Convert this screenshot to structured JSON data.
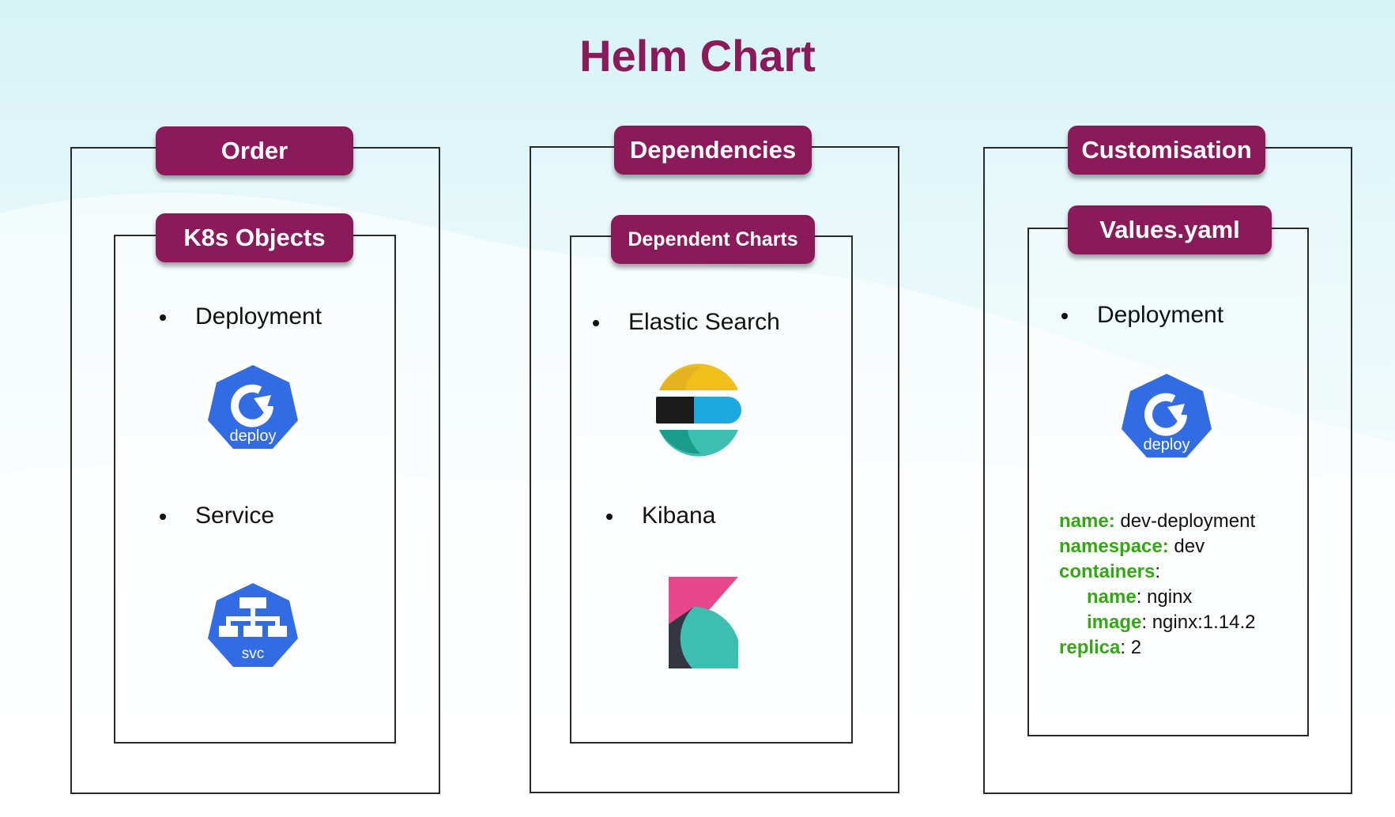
{
  "title": "Helm Chart",
  "colors": {
    "accent": "#8b1a5b",
    "k8s_blue": "#326ce5",
    "yaml_key": "#35a614"
  },
  "columns": [
    {
      "header": "Order",
      "subheader": "K8s Objects",
      "items": [
        {
          "label": "Deployment",
          "icon": "k8s-deploy-icon",
          "icon_text": "deploy"
        },
        {
          "label": "Service",
          "icon": "k8s-svc-icon",
          "icon_text": "svc"
        }
      ]
    },
    {
      "header": "Dependencies",
      "subheader": "Dependent Charts",
      "items": [
        {
          "label": "Elastic Search",
          "icon": "elasticsearch-logo-icon"
        },
        {
          "label": "Kibana",
          "icon": "kibana-logo-icon"
        }
      ]
    },
    {
      "header": "Customisation",
      "subheader": "Values.yaml",
      "items": [
        {
          "label": "Deployment",
          "icon": "k8s-deploy-icon",
          "icon_text": "deploy"
        }
      ],
      "yaml": [
        {
          "key": "name:",
          "value": " dev-deployment"
        },
        {
          "key": "namespace:",
          "value": " dev"
        },
        {
          "key": "containers",
          "value": ":"
        },
        {
          "key": "name",
          "value": ": nginx"
        },
        {
          "key": "image",
          "value": ": nginx:1.14.2"
        },
        {
          "key": "replica",
          "value": ": 2"
        }
      ]
    }
  ]
}
